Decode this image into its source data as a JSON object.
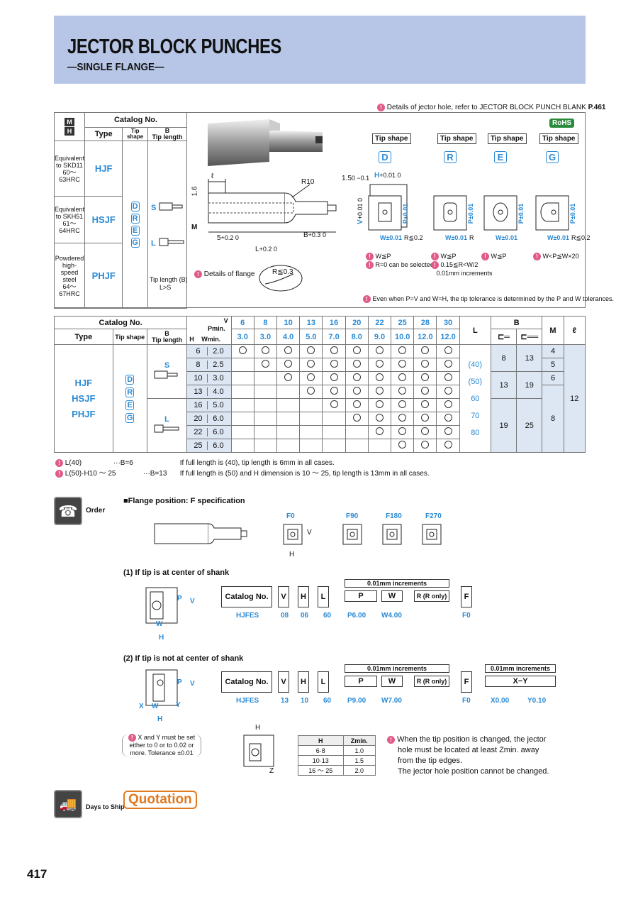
{
  "header": {
    "title": "JECTOR BLOCK PUNCHES",
    "subtitle": "—SINGLE FLANGE—"
  },
  "top_note": "Details of jector hole, refer to JECTOR BLOCK PUNCH BLANK",
  "top_note_page": "P.461",
  "rohs": "RoHS",
  "catalog_table": {
    "m_label": "M",
    "h_label": "H",
    "catalog_no": "Catalog No.",
    "type": "Type",
    "tip_shape": "Tip shape",
    "b_label": "B",
    "tip_length": "Tip length",
    "rows": [
      {
        "material": "Equivalent to SKD11",
        "hardness": "60～63HRC",
        "type": "HJF"
      },
      {
        "material": "Equivalent to SKH51",
        "hardness": "61～64HRC",
        "type": "HSJF"
      },
      {
        "material": "Powdered high-speed steel",
        "hardness": "64～67HRC",
        "type": "PHJF"
      }
    ],
    "tip_shapes": [
      "D",
      "R",
      "E",
      "G"
    ],
    "tip_lengths": [
      "S",
      "L"
    ],
    "tip_length_note1": "Tip length (B)",
    "tip_length_note2": "L>S"
  },
  "drawing": {
    "l": "ℓ",
    "r10": "R10",
    "m": "M",
    "dim1": "1.6",
    "five": "5",
    "five_tol": "+0.2 0",
    "b": "B",
    "b_tol": "+0.3 0",
    "l_dim": "L",
    "l_tol": "+0.2 0",
    "flange_note": "Details of flange",
    "r_flange": "R≦0.3",
    "h_dim": "1.5",
    "h_tol": "0 −0.1",
    "h": "H",
    "h_tol2": "+0.01 0",
    "v": "V",
    "v_tol": "+0.01 0"
  },
  "tip_panels": [
    {
      "label": "Tip shape",
      "code": "D",
      "w": "W±0.01",
      "p": "P±0.01",
      "r": "R≦0.2",
      "notes": [
        "W≦P",
        "R=0 can be selected."
      ]
    },
    {
      "label": "Tip shape",
      "code": "R",
      "w": "W±0.01",
      "p": "P±0.01",
      "r": "R",
      "notes": [
        "W≦P",
        "0.15≦R<W/2",
        "0.01mm increments"
      ]
    },
    {
      "label": "Tip shape",
      "code": "E",
      "w": "W±0.01",
      "p": "P±0.01",
      "r": "",
      "notes": [
        "W≦P"
      ]
    },
    {
      "label": "Tip shape",
      "code": "G",
      "w": "W±0.01",
      "p": "P±0.01",
      "r": "R≦0.2",
      "notes": [
        "W<P≦W×20"
      ]
    }
  ],
  "tolerance_note": "Even when P=V and W=H, the tip tolerance is determined by the P and W tolerances.",
  "dim_table": {
    "catalog_no": "Catalog No.",
    "type": "Type",
    "tip_shape": "Tip shape",
    "b": "B",
    "tip_length": "Tip length",
    "v": "V",
    "p_min": "Pmin.",
    "h": "H",
    "w_min": "Wmin.",
    "l": "L",
    "m": "M",
    "ell": "ℓ",
    "v_values": [
      "6",
      "8",
      "10",
      "13",
      "16",
      "20",
      "22",
      "25",
      "28",
      "30"
    ],
    "p_min_values": [
      "3.0",
      "3.0",
      "4.0",
      "5.0",
      "7.0",
      "8.0",
      "9.0",
      "10.0",
      "12.0",
      "12.0"
    ],
    "rows": [
      {
        "h": "6",
        "w": "2.0"
      },
      {
        "h": "8",
        "w": "2.5"
      },
      {
        "h": "10",
        "w": "3.0"
      },
      {
        "h": "13",
        "w": "4.0"
      },
      {
        "h": "16",
        "w": "5.0"
      },
      {
        "h": "20",
        "w": "6.0"
      },
      {
        "h": "22",
        "w": "6.0"
      },
      {
        "h": "25",
        "w": "6.0"
      }
    ],
    "availability_start": [
      0,
      1,
      2,
      3,
      4,
      5,
      6,
      7
    ],
    "types": [
      "HJF",
      "HSJF",
      "PHJF"
    ],
    "tip_shapes": [
      "D",
      "R",
      "E",
      "G"
    ],
    "tip_lengths": [
      "S",
      "L"
    ],
    "l_values": [
      "(40)",
      "(50)",
      "60",
      "70",
      "80"
    ],
    "b_groups": [
      {
        "s": "8",
        "l": "13"
      },
      {
        "s": "13",
        "l": "19"
      },
      {
        "s": "19",
        "l": "25"
      }
    ],
    "m_values": [
      "4",
      "5",
      "6",
      "8"
    ],
    "ell_value": "12"
  },
  "length_notes": [
    {
      "key": "L(40)",
      "rule": "···B=6",
      "text": "If full length is (40), tip length is 6mm in all cases."
    },
    {
      "key": "L(50)·H10 ～ 25",
      "rule": "···B=13",
      "text": "If full length is (50) and H dimension is 10 ～ 25, tip length is 13mm in all cases."
    }
  ],
  "order": {
    "label": "Order",
    "flange_title": "■Flange position: F specification",
    "flange_codes": [
      "F0",
      "F90",
      "F180",
      "F270"
    ],
    "v": "V",
    "h": "H",
    "case1_title": "(1) If tip is at center of shank",
    "case2_title": "(2) If tip is not at center of shank",
    "catalog_no": "Catalog No.",
    "fields": [
      "V",
      "H",
      "L"
    ],
    "increments": "0.01mm increments",
    "pw": [
      "P",
      "W"
    ],
    "r_only": "R (R only)",
    "f": "F",
    "xy": "X−Y",
    "example1": [
      "HJFES",
      "08",
      "06",
      "60",
      "P6.00",
      "W4.00",
      "F0"
    ],
    "example2": [
      "HJFES",
      "13",
      "10",
      "60",
      "P9.00",
      "W7.00",
      "F0",
      "X0.00",
      "Y0.10"
    ],
    "dim_labels": {
      "p": "P",
      "v": "V",
      "w": "W",
      "h": "H",
      "x": "X",
      "y": "Y",
      "z": "Z"
    },
    "xy_note": "X and Y must be set either to 0 or to 0.02 or more. Tolerance ±0.01",
    "z_table": {
      "h": "H",
      "z": "Zmin.",
      "rows": [
        {
          "h": "6·8",
          "z": "1.0"
        },
        {
          "h": "10·13",
          "z": "1.5"
        },
        {
          "h": "16 ～ 25",
          "z": "2.0"
        }
      ]
    },
    "z_note": [
      "When the tip position is changed, the jector",
      "hole must be located at least Zmin. away",
      "from the tip edges.",
      "The jector hole position cannot be changed."
    ]
  },
  "shipping": {
    "label": "Days to Ship",
    "value": "Quotation"
  },
  "page_number": "417"
}
